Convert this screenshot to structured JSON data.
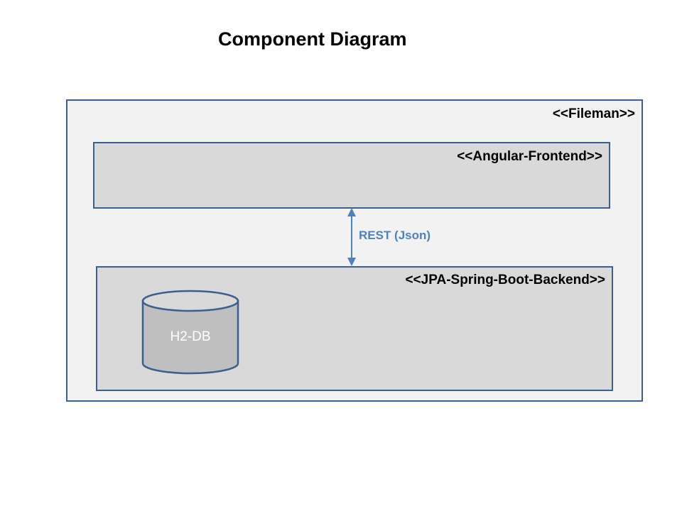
{
  "title": "Component Diagram",
  "components": {
    "outer": {
      "label": "<<Fileman>>"
    },
    "frontend": {
      "label": "<<Angular-Frontend>>"
    },
    "backend": {
      "label": "<<JPA-Spring-Boot-Backend>>"
    }
  },
  "connector": {
    "label": "REST (Json)"
  },
  "database": {
    "label": "H2-DB"
  },
  "colors": {
    "border": "#3b5f8e",
    "outer_fill": "#f2f2f2",
    "component_fill": "#d9d9d9",
    "database_fill": "#bfbfbf",
    "connector": "#4f81bd"
  }
}
